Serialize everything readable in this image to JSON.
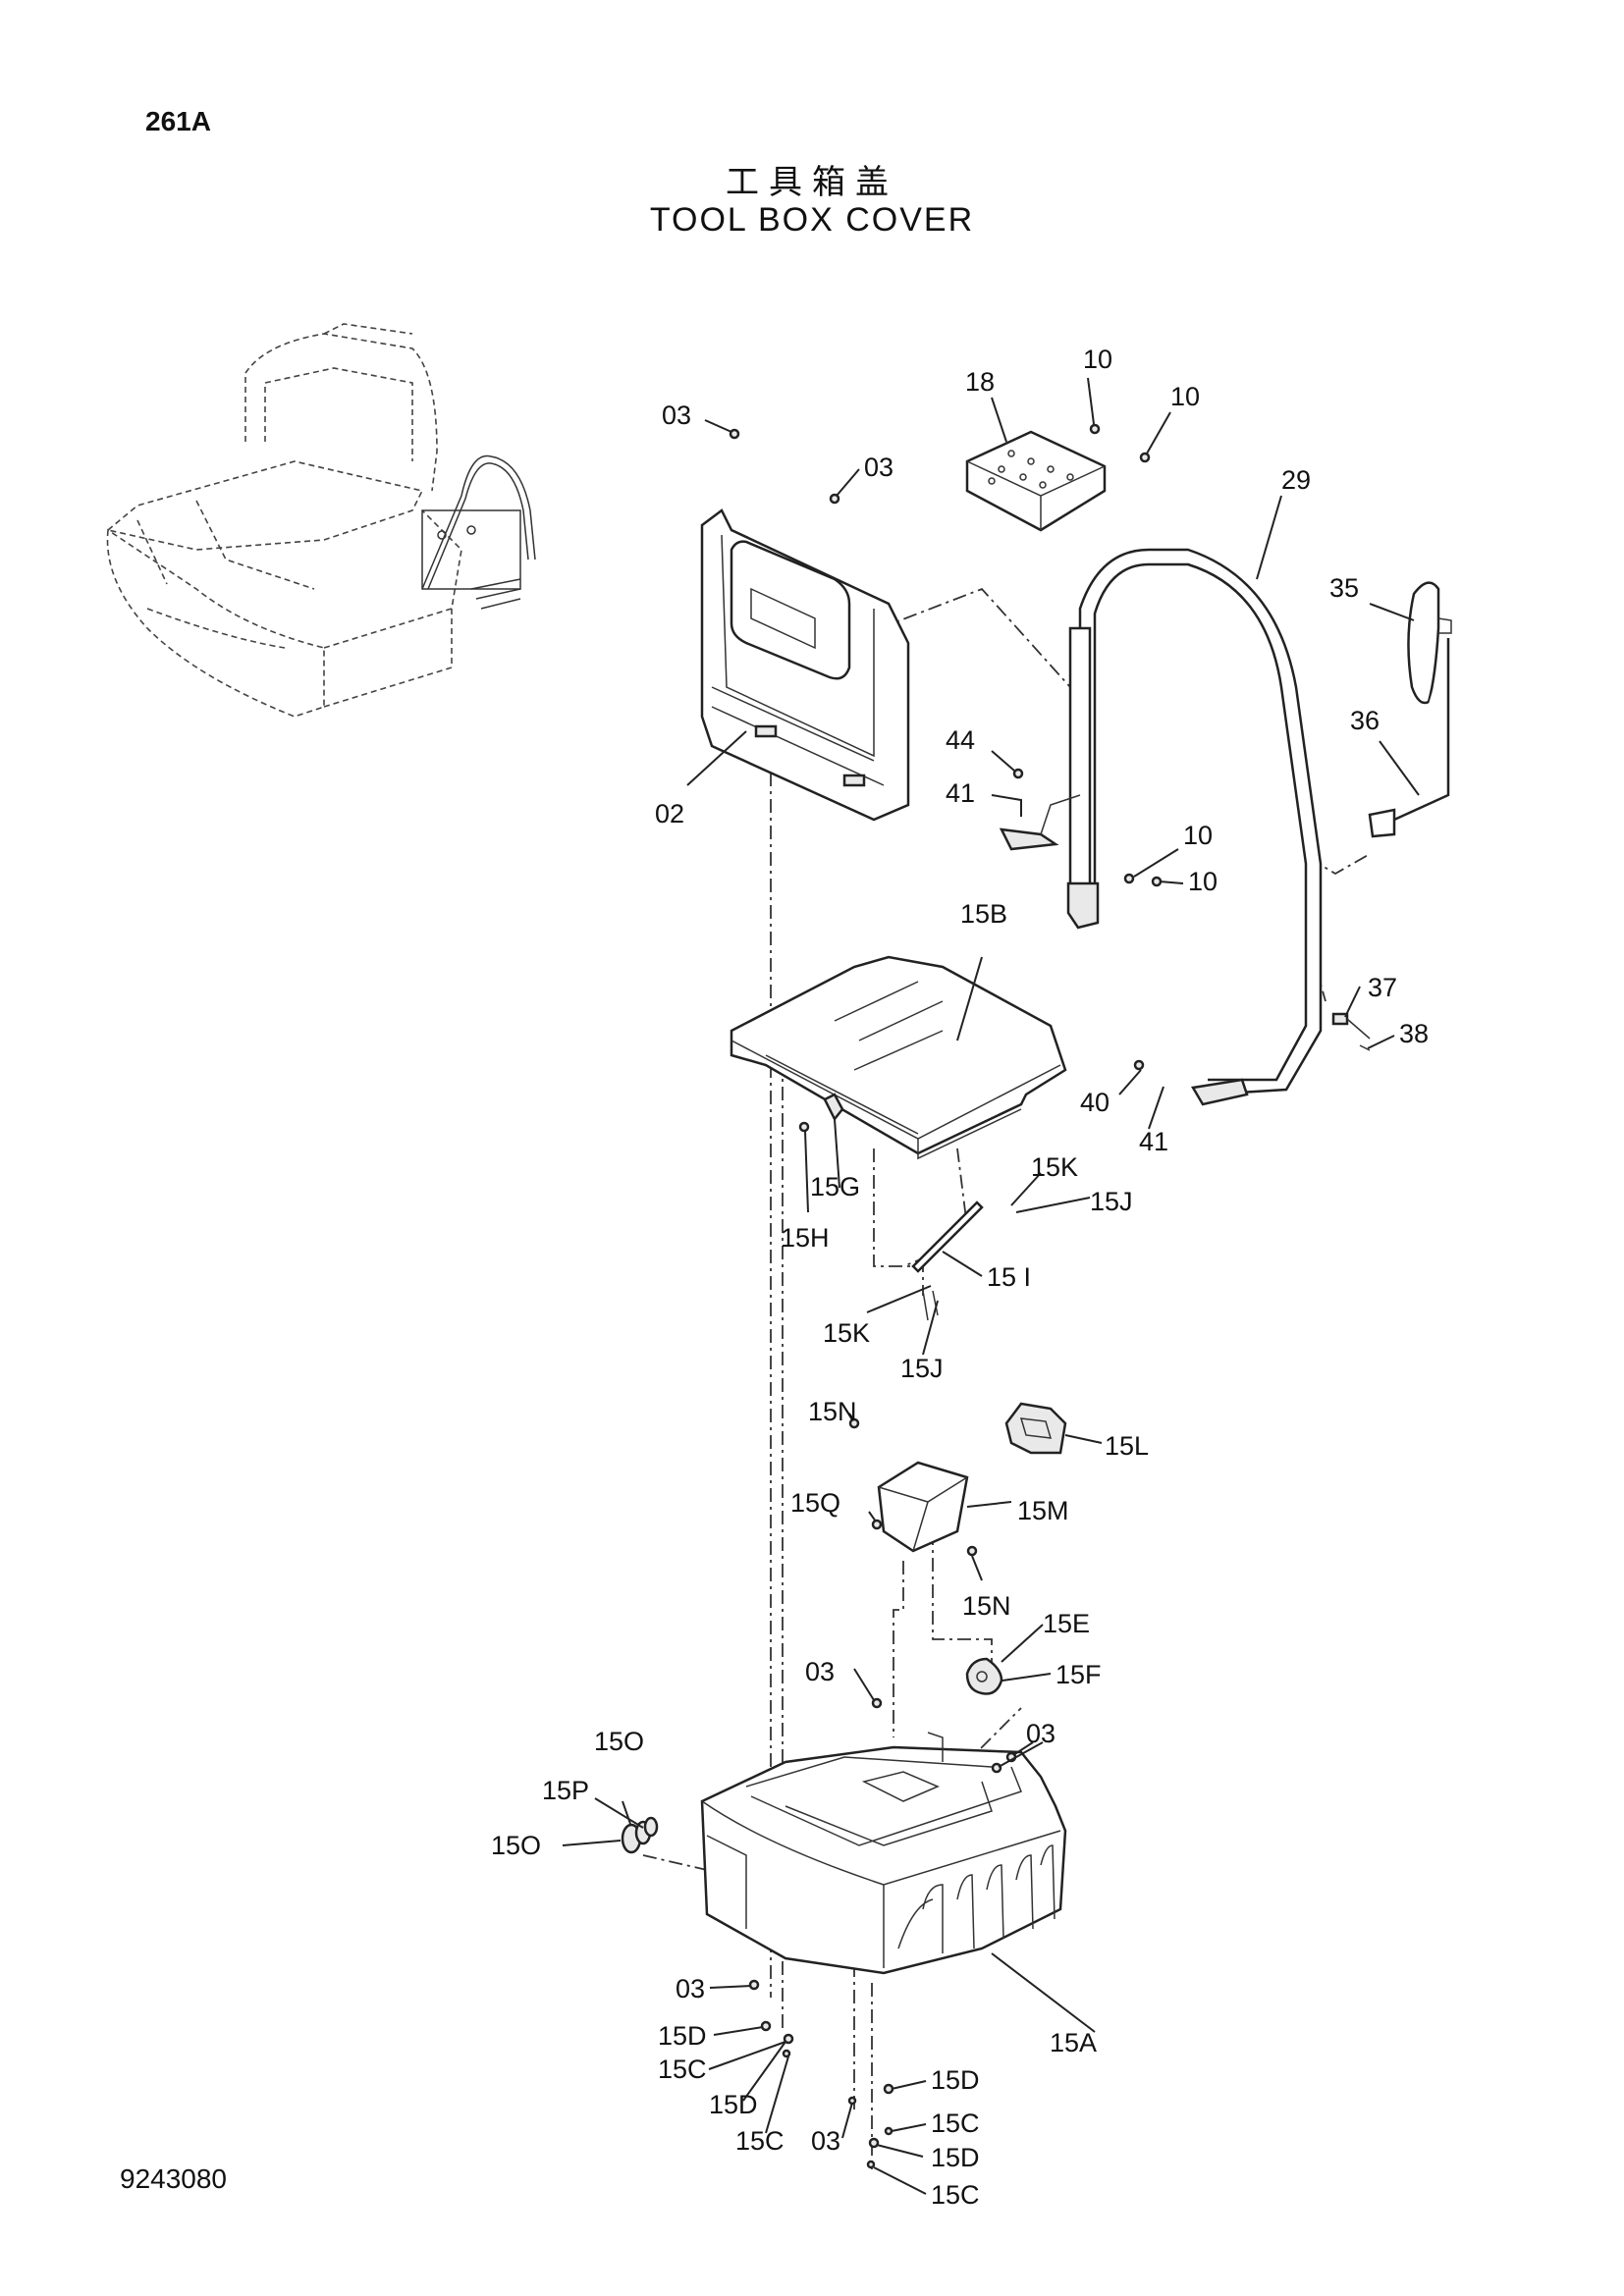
{
  "page": {
    "code": "261A",
    "title_cn": "工具箱盖",
    "title_en": "TOOL BOX COVER",
    "drawing_number": "9243080"
  },
  "callouts": {
    "c03a": "03",
    "c03b": "03",
    "c18": "18",
    "c10a": "10",
    "c10b": "10",
    "c29": "29",
    "c35": "35",
    "c36": "36",
    "c44": "44",
    "c41a": "41",
    "c02": "02",
    "c10c": "10",
    "c10d": "10",
    "c15B": "15B",
    "c37": "37",
    "c38": "38",
    "c40": "40",
    "c41b": "41",
    "c15K1": "15K",
    "c15J1": "15J",
    "c15G": "15G",
    "c15H": "15H",
    "c15I": "15 I",
    "c15K2": "15K",
    "c15J2": "15J",
    "c15N1": "15N",
    "c15L": "15L",
    "c15Q": "15Q",
    "c15M": "15M",
    "c15N2": "15N",
    "c15E": "15E",
    "c03c": "03",
    "c15F": "15F",
    "c03d": "03",
    "c15O1": "15O",
    "c15P": "15P",
    "c15O2": "15O",
    "c03e": "03",
    "c15D1": "15D",
    "c15C1": "15C",
    "c15D2": "15D",
    "c15C2": "15C",
    "c03f": "03",
    "c15A": "15A",
    "c15D3": "15D",
    "c15C3": "15C",
    "c15D4": "15D",
    "c15C4": "15C"
  }
}
